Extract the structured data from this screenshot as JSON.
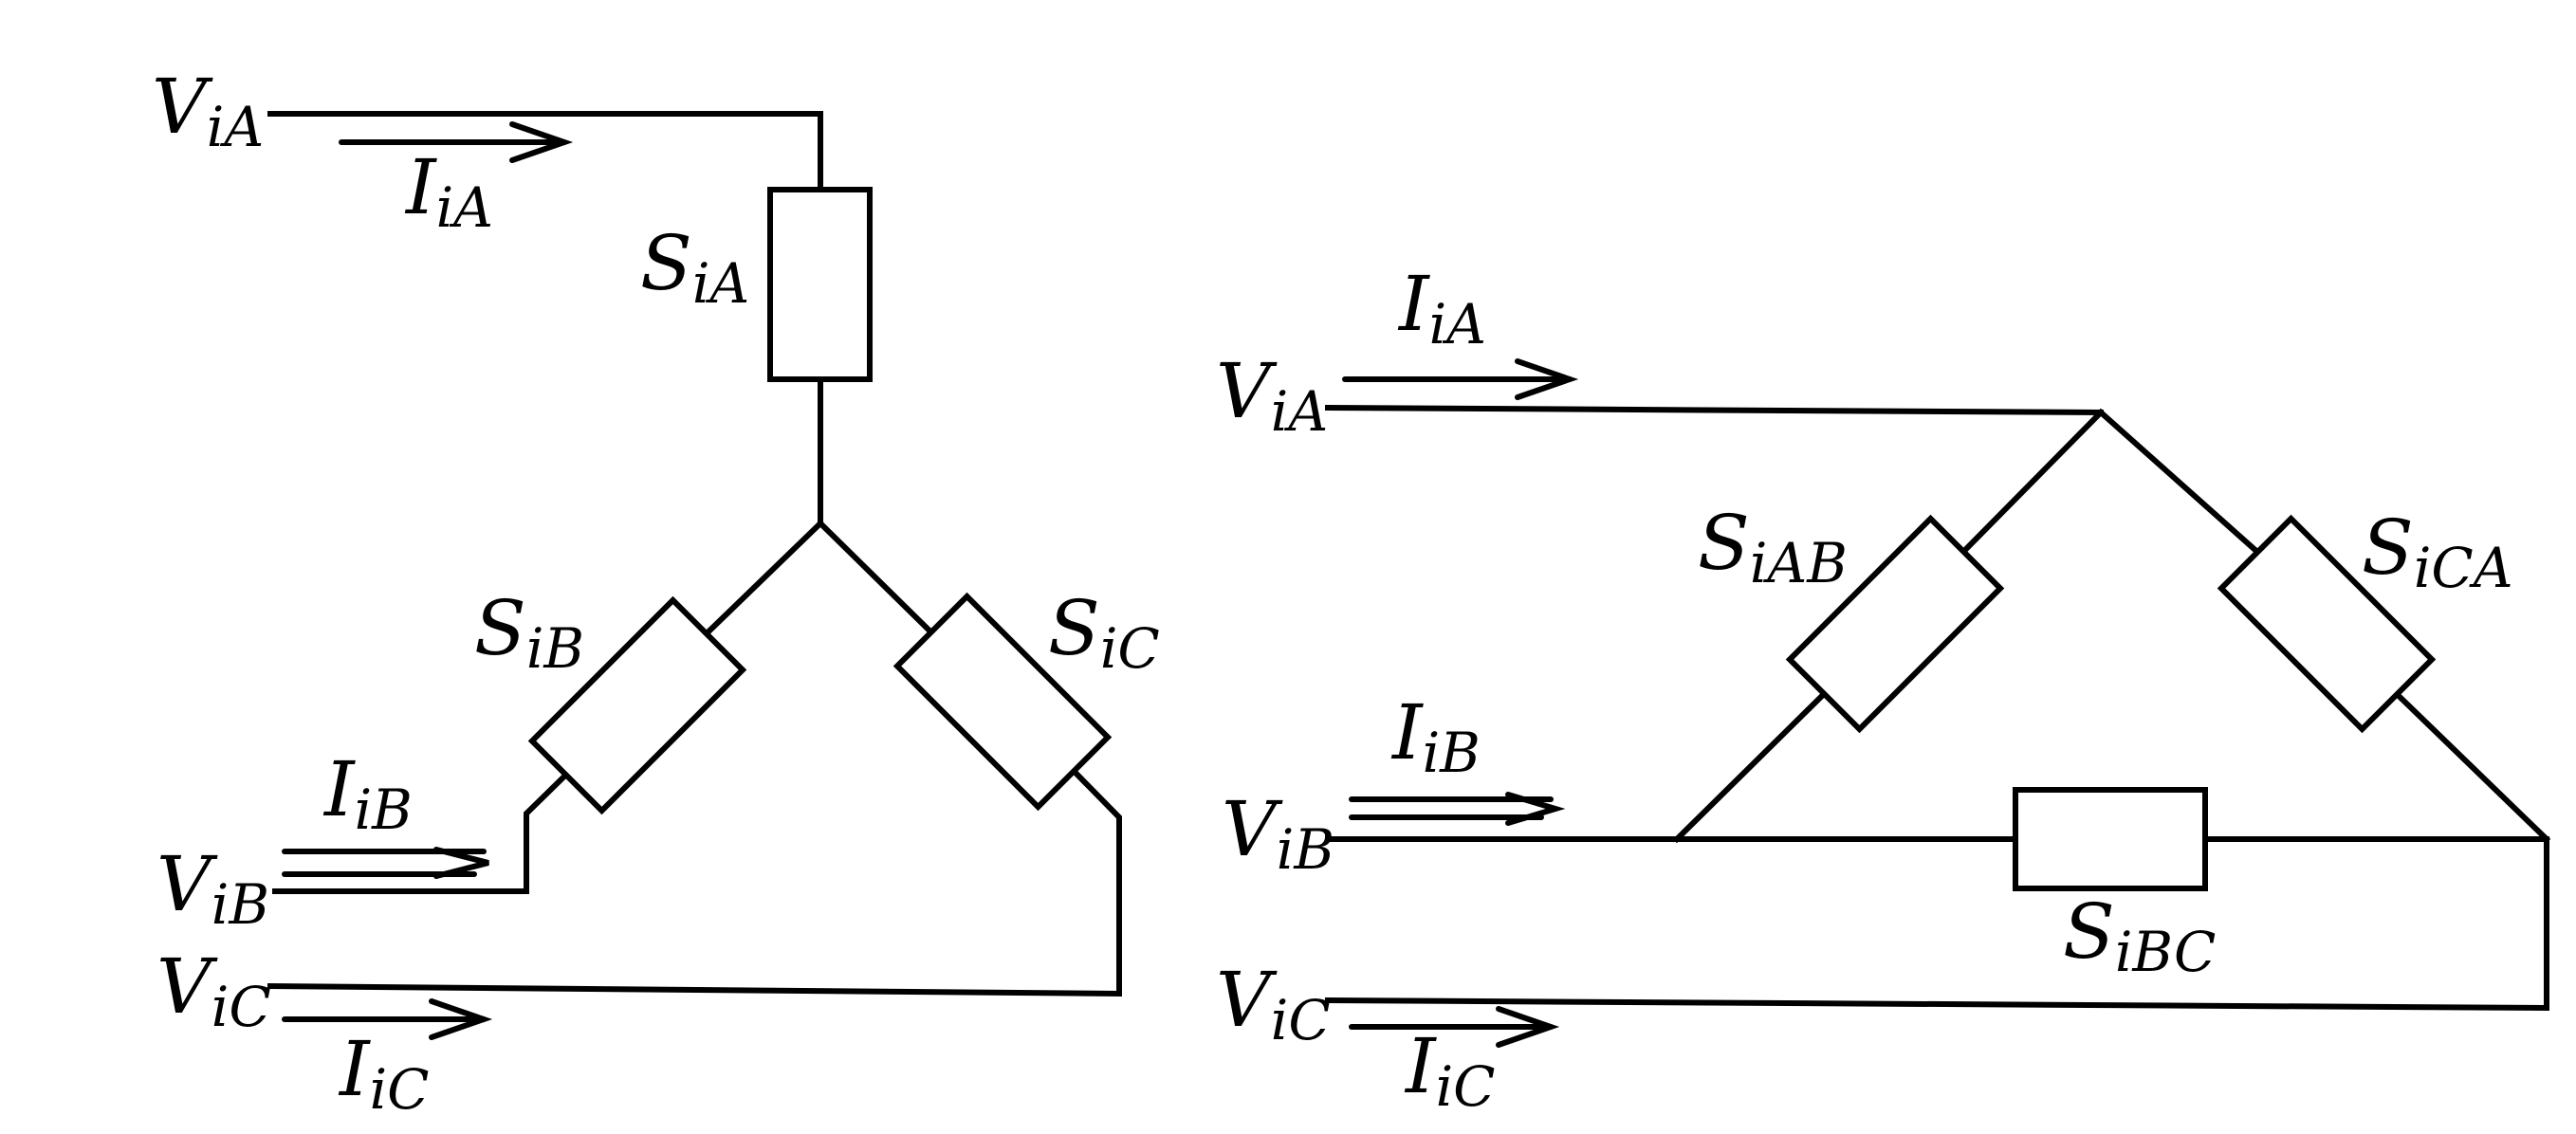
{
  "star": {
    "va": {
      "main": "V",
      "sub": "iA"
    },
    "vb": {
      "main": "V",
      "sub": "iB"
    },
    "vc": {
      "main": "V",
      "sub": "iC"
    },
    "ia": {
      "main": "I",
      "sub": "iA"
    },
    "ib": {
      "main": "I",
      "sub": "iB"
    },
    "ic": {
      "main": "I",
      "sub": "iC"
    },
    "sa": {
      "main": "S",
      "sub": "iA"
    },
    "sb": {
      "main": "S",
      "sub": "iB"
    },
    "sc": {
      "main": "S",
      "sub": "iC"
    }
  },
  "delta": {
    "va": {
      "main": "V",
      "sub": "iA"
    },
    "vb": {
      "main": "V",
      "sub": "iB"
    },
    "vc": {
      "main": "V",
      "sub": "iC"
    },
    "ia": {
      "main": "I",
      "sub": "iA"
    },
    "ib": {
      "main": "I",
      "sub": "iB"
    },
    "ic": {
      "main": "I",
      "sub": "iC"
    },
    "sab": {
      "main": "S",
      "sub": "iAB"
    },
    "sbc": {
      "main": "S",
      "sub": "iBC"
    },
    "sca": {
      "main": "S",
      "sub": "iCA"
    }
  }
}
